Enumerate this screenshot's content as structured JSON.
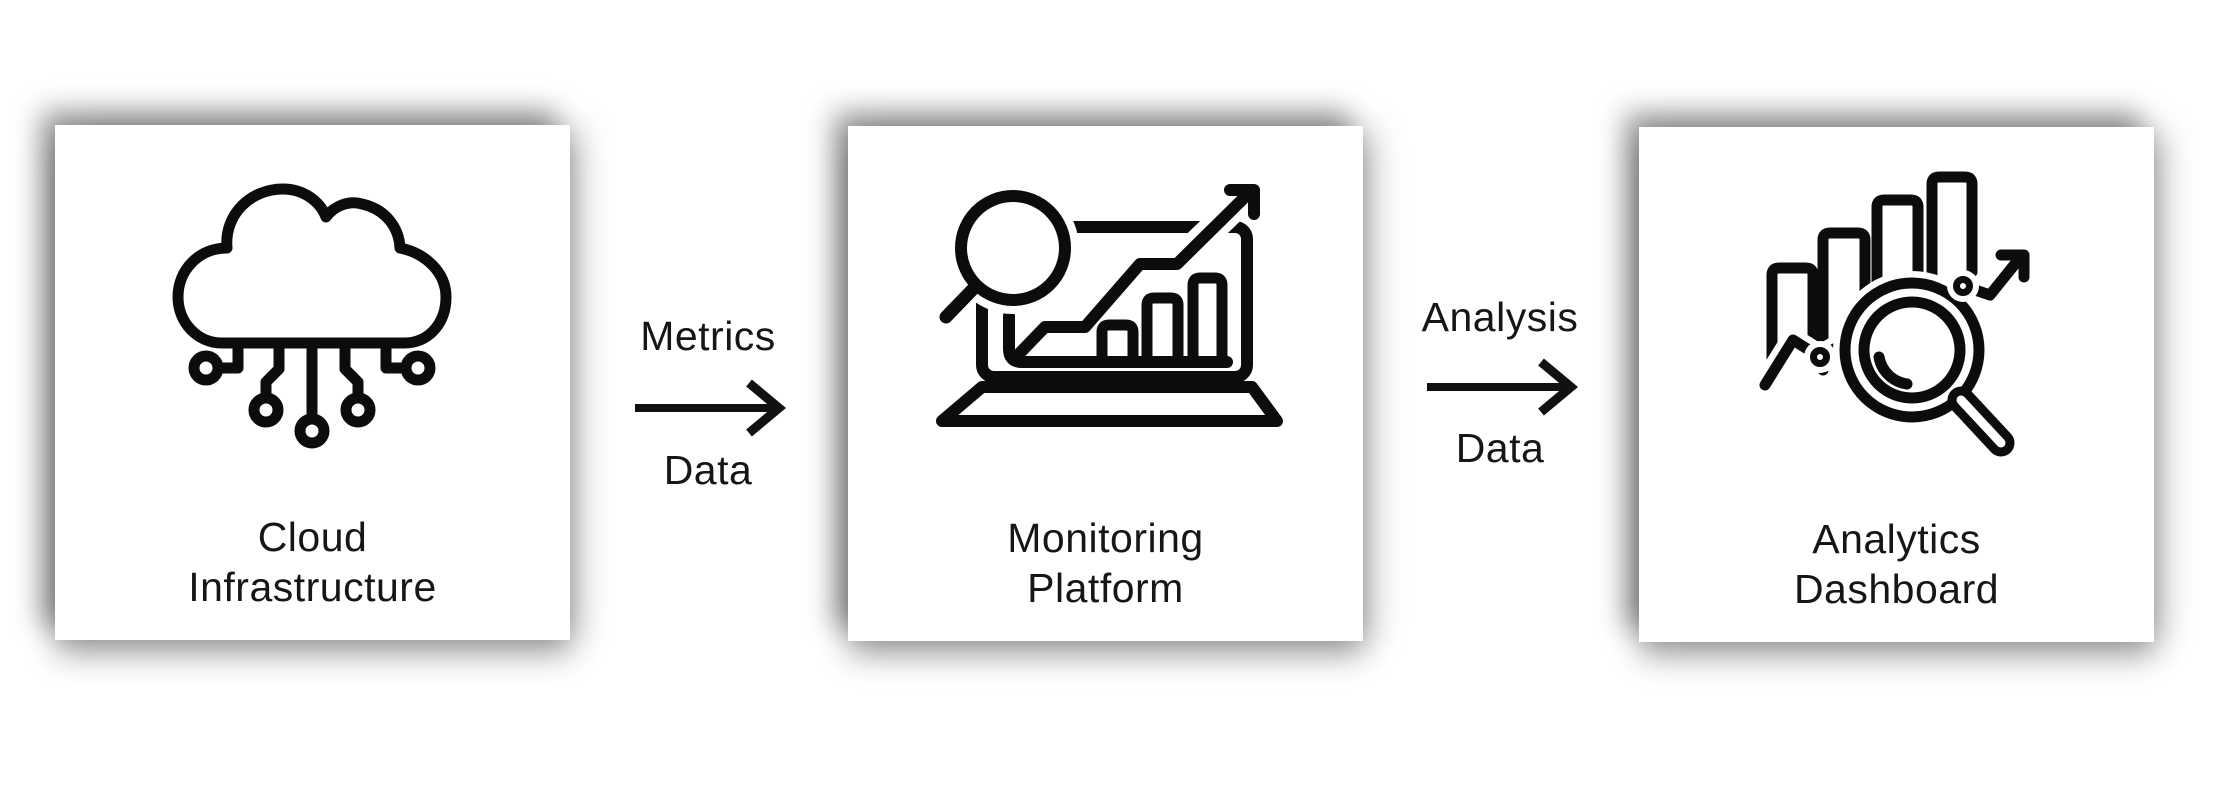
{
  "diagram": {
    "title": "cloud monitoring data flow",
    "colors": {
      "background": "#ffffff",
      "stroke": "#0c0c0c",
      "text": "#161616",
      "box_bg": "#ffffff"
    },
    "nodes": [
      {
        "id": "cloud-infrastructure",
        "label_line1": "Cloud",
        "label_line2": "Infrastructure",
        "icon": "cloud-computing-icon"
      },
      {
        "id": "monitoring-platform",
        "label_line1": "Monitoring",
        "label_line2": "Platform",
        "icon": "monitoring-chart-icon"
      },
      {
        "id": "analytics-dashboard",
        "label_line1": "Analytics",
        "label_line2": "Dashboard",
        "icon": "analytics-magnifier-icon"
      }
    ],
    "connectors": [
      {
        "from": "cloud-infrastructure",
        "to": "monitoring-platform",
        "label_top": "Metrics",
        "label_bottom": "Data",
        "direction": "right"
      },
      {
        "from": "monitoring-platform",
        "to": "analytics-dashboard",
        "label_top": "Analysis",
        "label_bottom": "Data",
        "direction": "right"
      }
    ]
  }
}
